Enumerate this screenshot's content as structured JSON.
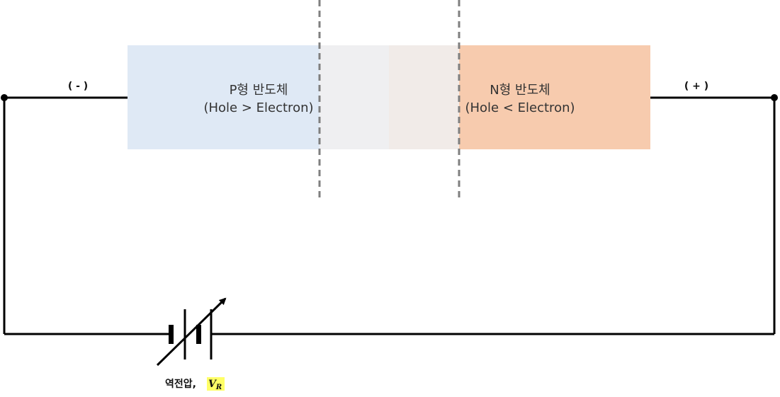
{
  "p_region": {
    "title": "P형 반도체",
    "subtitle": "(Hole > Electron)",
    "color": "#dfe9f5"
  },
  "n_region": {
    "title": "N형 반도체",
    "subtitle": "(Hole < Electron)",
    "color": "#f7cbae"
  },
  "depletion": {
    "left_color": "#efeff1",
    "right_color": "#f1ebe8",
    "boundary_color": "#7f7f7f"
  },
  "terminals": {
    "left": "( - )",
    "right": "( + )"
  },
  "source": {
    "caption": "역전압,",
    "symbol": "V",
    "subscript": "R",
    "highlight_color": "#ffff66"
  },
  "wire_color": "#000000"
}
